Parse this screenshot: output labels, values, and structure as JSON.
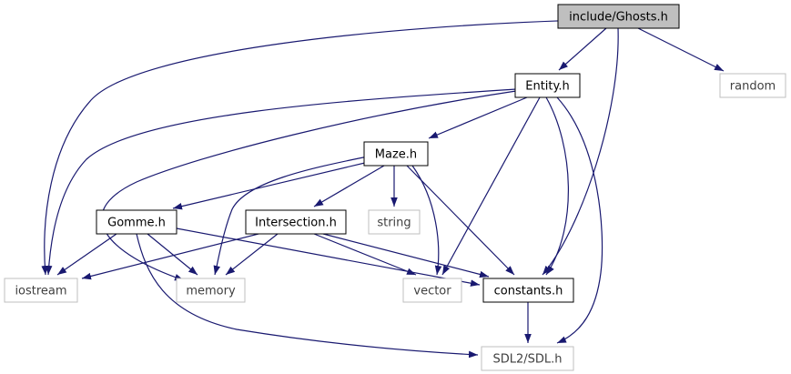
{
  "graph": {
    "title": "include/Ghosts.h",
    "colors": {
      "edge": "#191970",
      "root_fill": "#bfbfbf",
      "node_border": "#000000",
      "external_border": "#bfbfbf",
      "text": "#000000",
      "external_text": "#3f3f3f"
    },
    "nodes": [
      {
        "id": "ghosts",
        "label": "include/Ghosts.h",
        "kind": "root"
      },
      {
        "id": "entity",
        "label": "Entity.h",
        "kind": "header"
      },
      {
        "id": "random",
        "label": "random",
        "kind": "external"
      },
      {
        "id": "maze",
        "label": "Maze.h",
        "kind": "header"
      },
      {
        "id": "gomme",
        "label": "Gomme.h",
        "kind": "header"
      },
      {
        "id": "intersection",
        "label": "Intersection.h",
        "kind": "header"
      },
      {
        "id": "string",
        "label": "string",
        "kind": "external"
      },
      {
        "id": "iostream",
        "label": "iostream",
        "kind": "external"
      },
      {
        "id": "memory",
        "label": "memory",
        "kind": "external"
      },
      {
        "id": "vector",
        "label": "vector",
        "kind": "external"
      },
      {
        "id": "constants",
        "label": "constants.h",
        "kind": "header"
      },
      {
        "id": "sdl",
        "label": "SDL2/SDL.h",
        "kind": "external"
      }
    ],
    "edges": [
      {
        "from": "ghosts",
        "to": "entity"
      },
      {
        "from": "ghosts",
        "to": "random"
      },
      {
        "from": "ghosts",
        "to": "iostream"
      },
      {
        "from": "ghosts",
        "to": "constants"
      },
      {
        "from": "entity",
        "to": "maze"
      },
      {
        "from": "entity",
        "to": "iostream"
      },
      {
        "from": "entity",
        "to": "memory"
      },
      {
        "from": "entity",
        "to": "vector"
      },
      {
        "from": "entity",
        "to": "constants"
      },
      {
        "from": "entity",
        "to": "sdl"
      },
      {
        "from": "maze",
        "to": "gomme"
      },
      {
        "from": "maze",
        "to": "intersection"
      },
      {
        "from": "maze",
        "to": "string"
      },
      {
        "from": "maze",
        "to": "memory"
      },
      {
        "from": "maze",
        "to": "vector"
      },
      {
        "from": "maze",
        "to": "constants"
      },
      {
        "from": "gomme",
        "to": "iostream"
      },
      {
        "from": "gomme",
        "to": "memory"
      },
      {
        "from": "gomme",
        "to": "constants"
      },
      {
        "from": "gomme",
        "to": "sdl"
      },
      {
        "from": "intersection",
        "to": "iostream"
      },
      {
        "from": "intersection",
        "to": "memory"
      },
      {
        "from": "intersection",
        "to": "vector"
      },
      {
        "from": "intersection",
        "to": "constants"
      },
      {
        "from": "constants",
        "to": "sdl"
      }
    ]
  }
}
